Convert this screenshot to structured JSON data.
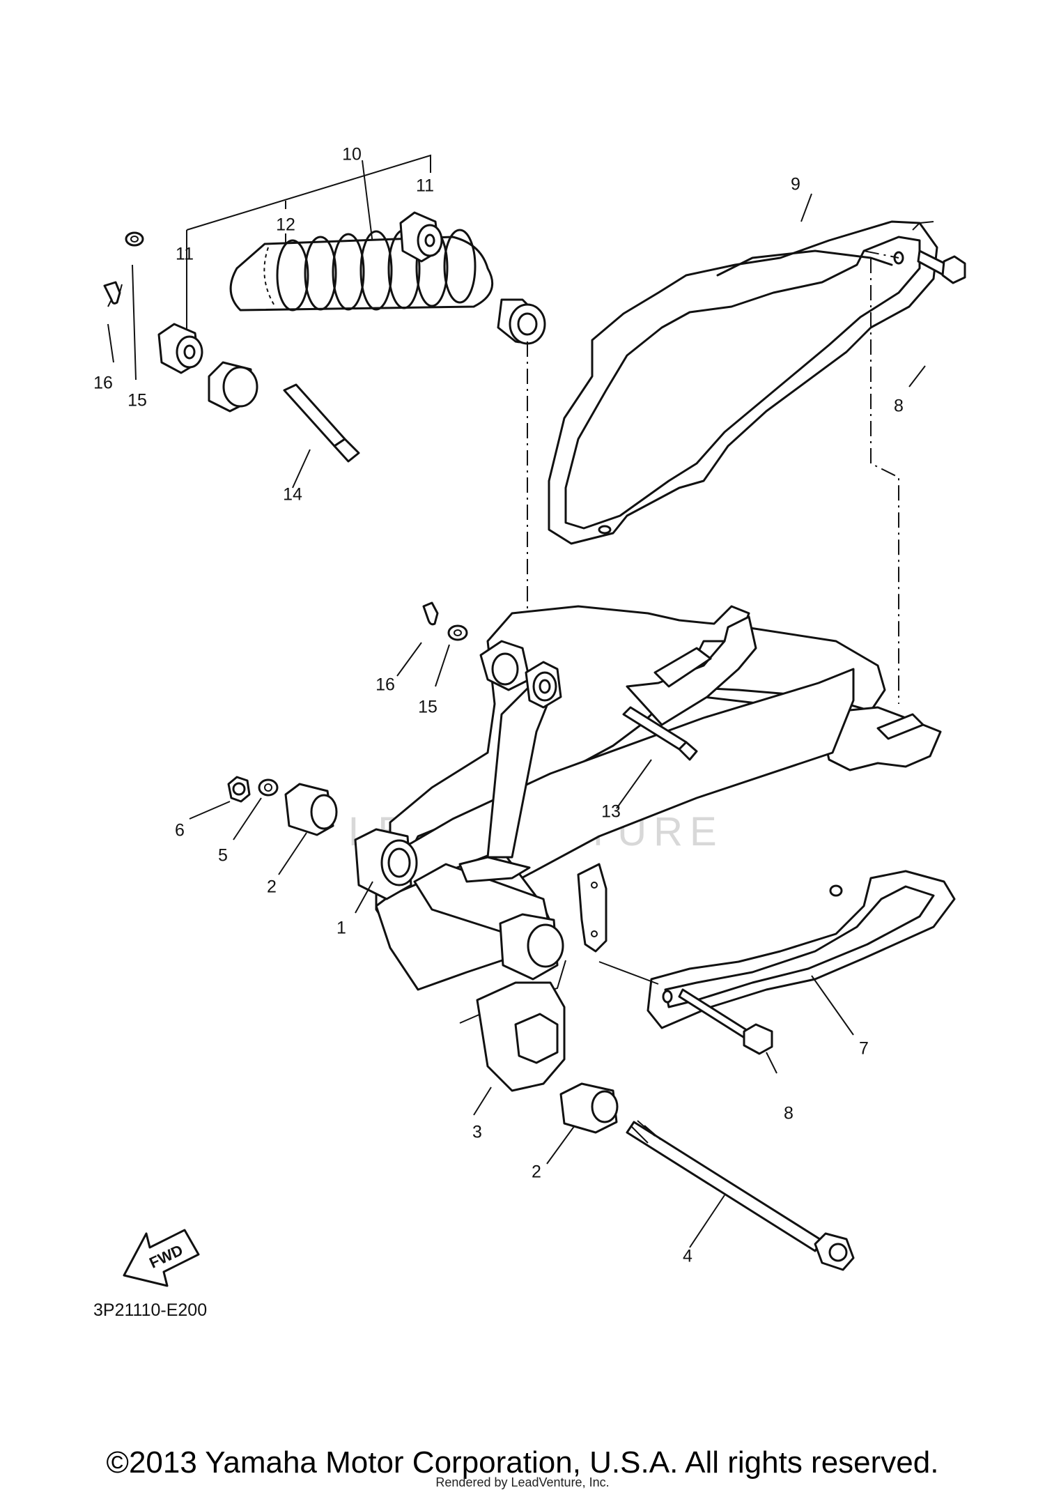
{
  "diagram_code": "3P21110-E200",
  "copyright": "©2013 Yamaha Motor Corporation, U.S.A. All rights reserved.",
  "rendered_by": "Rendered by LeadVenture, Inc.",
  "watermark": "LEADVENTURE",
  "fwd_arrow_label": "FWD",
  "callouts": [
    "1",
    "2",
    "2",
    "3",
    "4",
    "5",
    "6",
    "7",
    "8",
    "8",
    "9",
    "10",
    "11",
    "11",
    "12",
    "13",
    "14",
    "15",
    "15",
    "16",
    "16"
  ]
}
